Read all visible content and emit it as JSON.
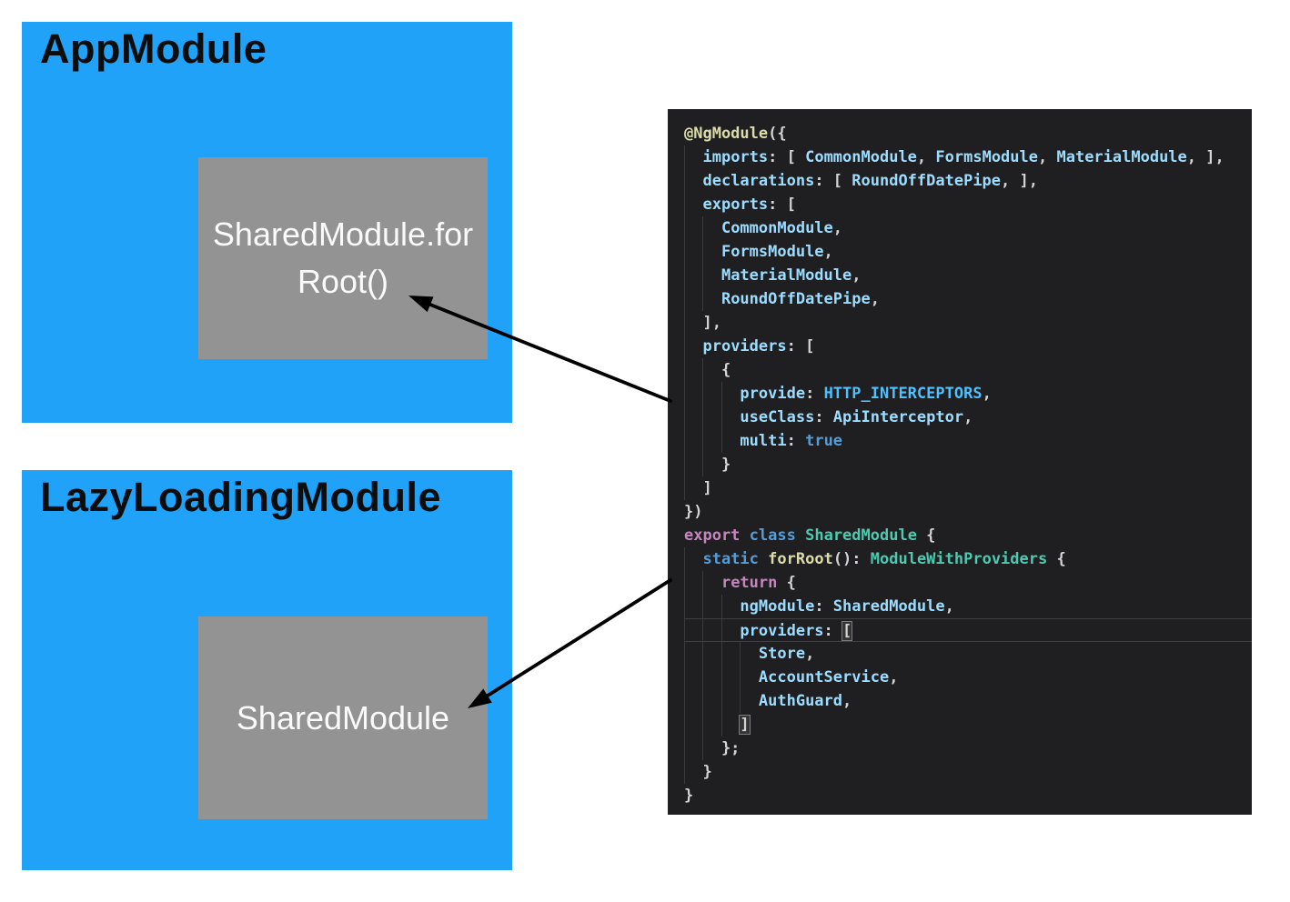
{
  "diagram": {
    "app_module": {
      "title": "AppModule",
      "inner_label": "SharedModule.forRoot()",
      "inner_label_lines": [
        "SharedModule.for",
        "Root()"
      ]
    },
    "lazy_module": {
      "title": "LazyLoadingModule",
      "inner_label": "SharedModule"
    },
    "colors": {
      "box_blue": "#1fa2f7",
      "inner_gray": "#939393",
      "title_text": "#0d0d0d",
      "inner_text": "#fafafa",
      "arrow": "#000000"
    }
  },
  "code_editor": {
    "background": "#1f1f21",
    "token_colors": {
      "w": "#d4d4d4",
      "b": "#9cdcfe",
      "c": "#4fc1ff",
      "k": "#569cd6",
      "m": "#c586c0",
      "t": "#4ec9b0",
      "y": "#dcdcaa"
    },
    "current_line_index": 21,
    "lines": [
      [
        [
          "@NgModule",
          "y"
        ],
        [
          "({",
          "w"
        ]
      ],
      [
        [
          "  ",
          "w"
        ],
        [
          "imports",
          "b"
        ],
        [
          ": [ ",
          "w"
        ],
        [
          "CommonModule",
          "b"
        ],
        [
          ", ",
          "w"
        ],
        [
          "FormsModule",
          "b"
        ],
        [
          ", ",
          "w"
        ],
        [
          "MaterialModule",
          "b"
        ],
        [
          ", ",
          "w"
        ],
        [
          "],",
          "w"
        ]
      ],
      [
        [
          "  ",
          "w"
        ],
        [
          "declarations",
          "b"
        ],
        [
          ": [ ",
          "w"
        ],
        [
          "RoundOffDatePipe",
          "b"
        ],
        [
          ", ],",
          "w"
        ]
      ],
      [
        [
          "  ",
          "w"
        ],
        [
          "exports",
          "b"
        ],
        [
          ": [",
          "w"
        ]
      ],
      [
        [
          "    ",
          "w"
        ],
        [
          "CommonModule",
          "b"
        ],
        [
          ",",
          "w"
        ]
      ],
      [
        [
          "    ",
          "w"
        ],
        [
          "FormsModule",
          "b"
        ],
        [
          ",",
          "w"
        ]
      ],
      [
        [
          "    ",
          "w"
        ],
        [
          "MaterialModule",
          "b"
        ],
        [
          ",",
          "w"
        ]
      ],
      [
        [
          "    ",
          "w"
        ],
        [
          "RoundOffDatePipe",
          "b"
        ],
        [
          ",",
          "w"
        ]
      ],
      [
        [
          "  ],",
          "w"
        ]
      ],
      [
        [
          "  ",
          "w"
        ],
        [
          "providers",
          "b"
        ],
        [
          ": [",
          "w"
        ]
      ],
      [
        [
          "    {",
          "w"
        ]
      ],
      [
        [
          "      ",
          "w"
        ],
        [
          "provide",
          "b"
        ],
        [
          ": ",
          "w"
        ],
        [
          "HTTP_INTERCEPTORS",
          "c"
        ],
        [
          ",",
          "w"
        ]
      ],
      [
        [
          "      ",
          "w"
        ],
        [
          "useClass",
          "b"
        ],
        [
          ": ",
          "w"
        ],
        [
          "ApiInterceptor",
          "b"
        ],
        [
          ",",
          "w"
        ]
      ],
      [
        [
          "      ",
          "w"
        ],
        [
          "multi",
          "b"
        ],
        [
          ": ",
          "w"
        ],
        [
          "true",
          "k"
        ]
      ],
      [
        [
          "    }",
          "w"
        ]
      ],
      [
        [
          "  ]",
          "w"
        ]
      ],
      [
        [
          "})",
          "w"
        ]
      ],
      [
        [
          "export",
          "m"
        ],
        [
          " ",
          "w"
        ],
        [
          "class",
          "k"
        ],
        [
          " ",
          "w"
        ],
        [
          "SharedModule",
          "t"
        ],
        [
          " {",
          "w"
        ]
      ],
      [
        [
          "  ",
          "w"
        ],
        [
          "static",
          "k"
        ],
        [
          " ",
          "w"
        ],
        [
          "forRoot",
          "y"
        ],
        [
          "(): ",
          "w"
        ],
        [
          "ModuleWithProviders",
          "t"
        ],
        [
          " {",
          "w"
        ]
      ],
      [
        [
          "    ",
          "w"
        ],
        [
          "return",
          "m"
        ],
        [
          " {",
          "w"
        ]
      ],
      [
        [
          "      ",
          "w"
        ],
        [
          "ngModule",
          "b"
        ],
        [
          ": ",
          "w"
        ],
        [
          "SharedModule",
          "b"
        ],
        [
          ",",
          "w"
        ]
      ],
      [
        [
          "      ",
          "w"
        ],
        [
          "providers",
          "b"
        ],
        [
          ": ",
          "w"
        ],
        [
          "[",
          "w",
          "box"
        ]
      ],
      [
        [
          "        ",
          "w"
        ],
        [
          "Store",
          "b"
        ],
        [
          ",",
          "w"
        ]
      ],
      [
        [
          "        ",
          "w"
        ],
        [
          "AccountService",
          "b"
        ],
        [
          ",",
          "w"
        ]
      ],
      [
        [
          "        ",
          "w"
        ],
        [
          "AuthGuard",
          "b"
        ],
        [
          ",",
          "w"
        ]
      ],
      [
        [
          "      ",
          "w"
        ],
        [
          "]",
          "w",
          "box"
        ]
      ],
      [
        [
          "    };",
          "w"
        ]
      ],
      [
        [
          "  }",
          "w"
        ]
      ],
      [
        [
          "}",
          "w"
        ]
      ]
    ]
  }
}
